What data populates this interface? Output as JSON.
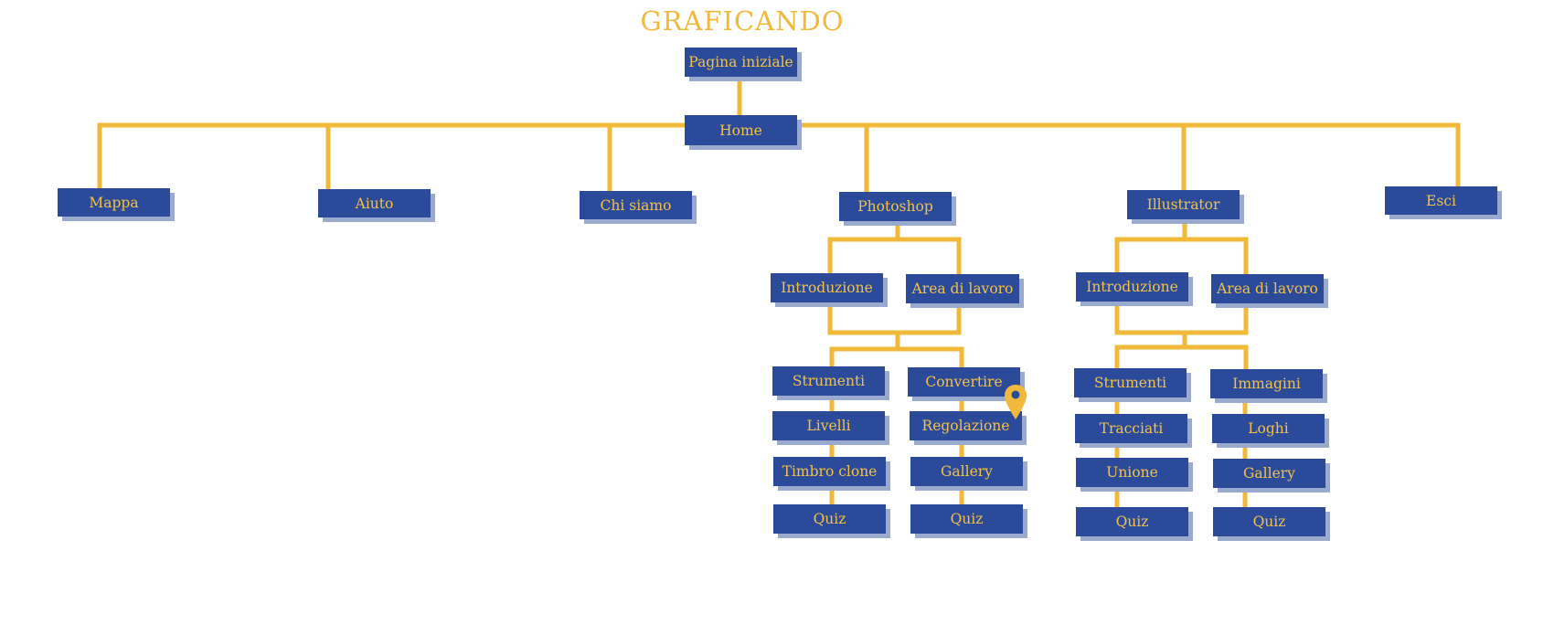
{
  "title": "GRAFICANDO",
  "colors": {
    "accent": "#f0b93a",
    "node_fill": "#2b4b9a",
    "node_text": "#f3c14a",
    "node_shadow": "#9aaacf"
  },
  "nodes": {
    "pagina_iniziale": "Pagina iniziale",
    "home": "Home",
    "mappa": "Mappa",
    "aiuto": "Aiuto",
    "chi_siamo": "Chi siamo",
    "esci": "Esci",
    "photoshop": {
      "label": "Photoshop",
      "introduzione": "Introduzione",
      "area_di_lavoro": "Area di lavoro",
      "left": [
        "Strumenti",
        "Livelli",
        "Timbro clone",
        "Quiz"
      ],
      "right": [
        "Convertire",
        "Regolazione",
        "Gallery",
        "Quiz"
      ]
    },
    "illustrator": {
      "label": "Illustrator",
      "introduzione": "Introduzione",
      "area_di_lavoro": "Area di lavoro",
      "left": [
        "Strumenti",
        "Tracciati",
        "Unione",
        "Quiz"
      ],
      "right": [
        "Immagini",
        "Loghi",
        "Gallery",
        "Quiz"
      ]
    }
  },
  "marker_icon": "location-pin-icon"
}
